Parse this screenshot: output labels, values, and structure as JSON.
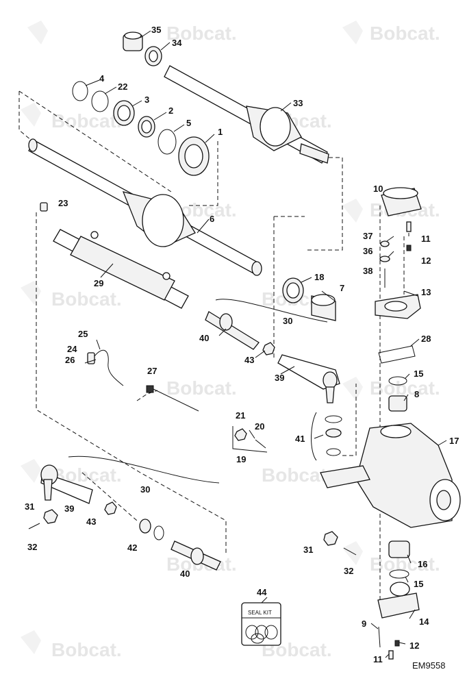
{
  "watermark": {
    "brand": "Bobcat."
  },
  "drawing_code": "EM9558",
  "seal_kit_label": "SEAL KIT",
  "callouts": {
    "c1": "1",
    "c2": "2",
    "c3": "3",
    "c4": "4",
    "c5": "5",
    "c6": "6",
    "c7": "7",
    "c8": "8",
    "c9": "9",
    "c10": "10",
    "c11a": "11",
    "c11b": "11",
    "c12a": "12",
    "c12b": "12",
    "c13": "13",
    "c14": "14",
    "c15a": "15",
    "c15b": "15",
    "c16": "16",
    "c17": "17",
    "c18": "18",
    "c19": "19",
    "c20": "20",
    "c21": "21",
    "c22": "22",
    "c23": "23",
    "c24": "24",
    "c25": "25",
    "c26": "26",
    "c27": "27",
    "c28": "28",
    "c29": "29",
    "c30a": "30",
    "c30b": "30",
    "c31a": "31",
    "c31b": "31",
    "c32a": "32",
    "c32b": "32",
    "c33": "33",
    "c34": "34",
    "c35": "35",
    "c36": "36",
    "c37": "37",
    "c38": "38",
    "c39a": "39",
    "c39b": "39",
    "c40a": "40",
    "c40b": "40",
    "c41": "41",
    "c42": "42",
    "c43a": "43",
    "c43b": "43",
    "c44": "44"
  }
}
